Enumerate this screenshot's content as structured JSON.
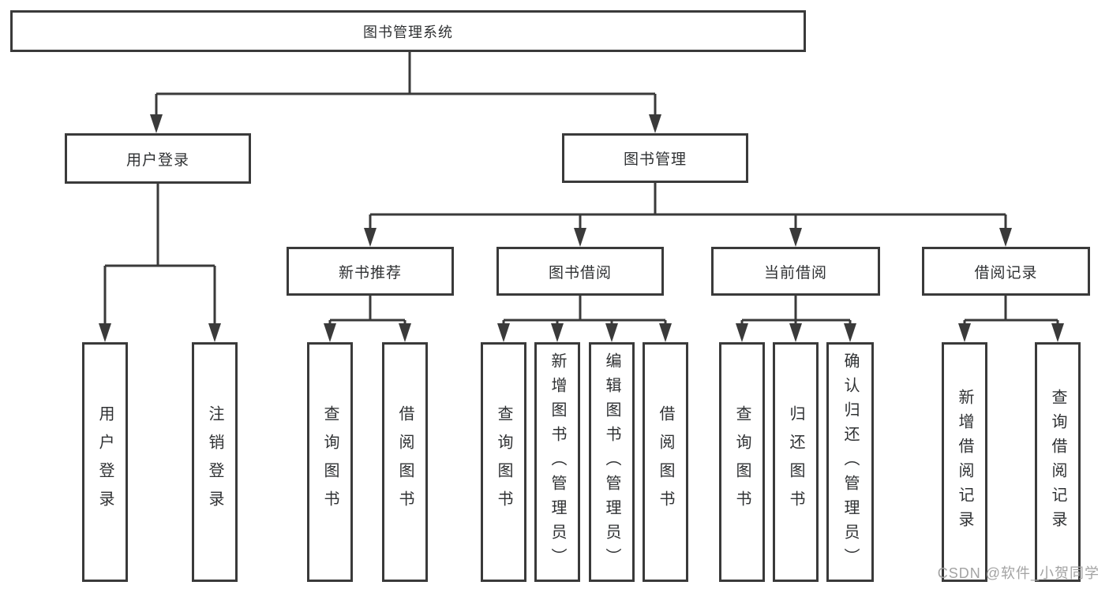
{
  "diagram": {
    "root": {
      "label": "图书管理系统"
    },
    "level2": [
      {
        "label": "用户登录"
      },
      {
        "label": "图书管理"
      }
    ],
    "level3": [
      {
        "label": "新书推荐"
      },
      {
        "label": "图书借阅"
      },
      {
        "label": "当前借阅"
      },
      {
        "label": "借阅记录"
      }
    ],
    "leaves": [
      {
        "label": "用户登录"
      },
      {
        "label": "注销登录"
      },
      {
        "label": "查询图书"
      },
      {
        "label": "借阅图书"
      },
      {
        "label": "查询图书"
      },
      {
        "label": "新增图书（管理员）"
      },
      {
        "label": "编辑图书（管理员）"
      },
      {
        "label": "借阅图书"
      },
      {
        "label": "查询图书"
      },
      {
        "label": "归还图书"
      },
      {
        "label": "确认归还（管理员）"
      },
      {
        "label": "新增借阅记录"
      },
      {
        "label": "查询借阅记录"
      }
    ]
  },
  "watermark": {
    "text": "CSDN @软件_小贺同学"
  },
  "colors": {
    "line": "#3a3a3a",
    "text": "#2f3133",
    "watermark": "#a3a3a3",
    "background": "#ffffff"
  }
}
